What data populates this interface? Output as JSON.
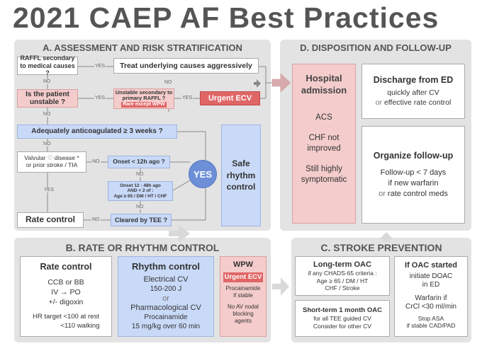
{
  "title": "2021 CAEP AF Best Practices",
  "sections": {
    "a": "A. ASSESSMENT AND RISK STRATIFICATION",
    "b": "B. RATE OR RHYTHM CONTROL",
    "c": "C. STROKE PREVENTION",
    "d": "D. DISPOSITION AND FOLLOW-UP"
  },
  "flow": {
    "raffl_q": "RAFFL secondary to medical causes ?",
    "treat": "Treat underlying causes aggressively",
    "unstable_q": "Is the patient unstable ?",
    "unstable_raffl": "Unstable secondary to primary RAFFL ?",
    "rare_wpw": "Rare except WPW",
    "urgent_ecv": "Urgent ECV",
    "anticoag_q": "Adequately anticoagulated ≥ 3 weeks ?",
    "valvular_q1": "Valvular ♡ disease *",
    "valvular_q2": "or prior stroke / TIA",
    "onset12": "Onset < 12h ago ?",
    "onset48_1": "Onset 12 - 48h ago",
    "onset48_2": "AND < 2 of :",
    "onset48_3": "Age ≥ 65 / DM / HT / CHF",
    "yes_circle": "YES",
    "safe_rhythm": "Safe rhythm control",
    "rate_control": "Rate control",
    "tee_q": "Cleared by TEE ?",
    "yes": "YES",
    "no": "NO"
  },
  "rate": {
    "title": "Rate control",
    "l1": "CCB or BB",
    "l2": "IV → PO",
    "l3": "+/- digoxin",
    "l4": "HR target <100 at rest",
    "l5": "<110 walking"
  },
  "rhythm": {
    "title": "Rhythm control",
    "l1": "Electrical CV",
    "l2": "150-200 J",
    "l3": "or",
    "l4": "Pharmacological CV",
    "l5": "Procainamide",
    "l6": "15 mg/kg over 60 min"
  },
  "wpw": {
    "title": "WPW",
    "l1": "Urgent ECV",
    "l2": "Procainamide",
    "l3": "if stable",
    "l4": "No AV nodal",
    "l5": "blocking",
    "l6": "agents"
  },
  "stroke": {
    "lt_title": "Long-term OAC",
    "lt_l1": "if any CHADS-65 criteria :",
    "lt_l2": "Age ≥ 65 / DM / HT",
    "lt_l3": "CHF / Stroke",
    "st_title": "Short-term 1 month OAC",
    "st_l1": "for all TEE guided CV",
    "st_l2": "Consider for other CV",
    "oac_title": "If OAC started",
    "oac_l1": "initiate DOAC",
    "oac_l2": "in ED",
    "oac_l3": "Warfarin if",
    "oac_l4": "CrCl <30 ml/min",
    "oac_l5": "Stop ASA",
    "oac_l6": "if stable CAD/PAD"
  },
  "disposition": {
    "hosp_title": "Hospital admission",
    "hosp_l1": "ACS",
    "hosp_l2": "CHF not improved",
    "hosp_l3": "Still highly symptomatic",
    "dis_title": "Discharge from ED",
    "dis_l1": "quickly after CV",
    "dis_l2a": "or",
    "dis_l2b": "effective rate control",
    "fu_title": "Organize follow-up",
    "fu_l1": "Follow-up < 7 days",
    "fu_l2": "if new warfarin",
    "fu_l3a": "or",
    "fu_l3b": "rate control meds"
  },
  "colors": {
    "panel": "#e3e3e3",
    "pink": "#f4cccc",
    "red": "#e06666",
    "blue": "#c9daf8",
    "circle": "#6d8fd8"
  }
}
